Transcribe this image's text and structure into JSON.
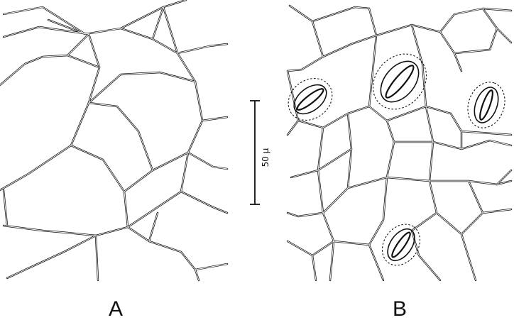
{
  "panels": {
    "a": {
      "label": "A"
    },
    "b": {
      "label": "B"
    }
  },
  "scale_bar": {
    "label": "50 μ"
  }
}
